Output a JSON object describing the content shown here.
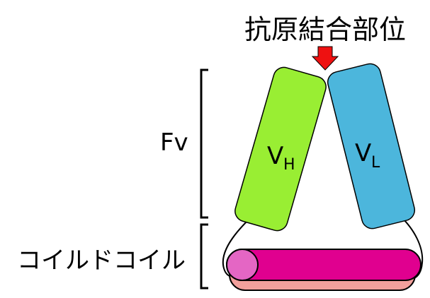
{
  "title": "抗原結合部位",
  "fv_label": "Fv",
  "vh_label": {
    "main": "V",
    "sub": "H"
  },
  "vl_label": {
    "main": "V",
    "sub": "L"
  },
  "coil_label": "コイルドコイル",
  "colors": {
    "vh_fill": "#99ee33",
    "vl_fill": "#4cb6dc",
    "coil_front": "#e0008f",
    "coil_front_cap": "#e466c4",
    "coil_back": "#f2a09c",
    "arrow": "#ee1111",
    "outline": "#000000"
  }
}
